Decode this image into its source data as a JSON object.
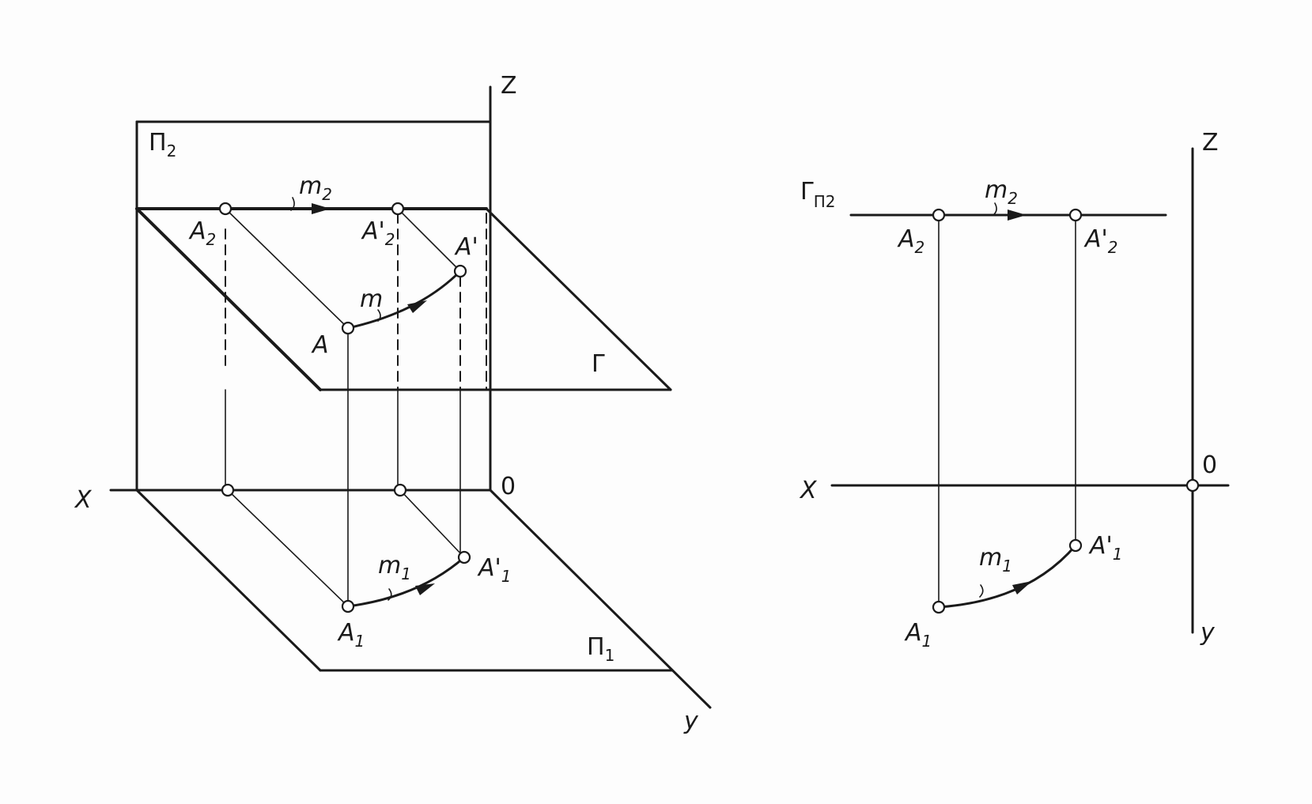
{
  "left": {
    "labels": {
      "z": "Z",
      "x": "X",
      "o": "0",
      "y": "y",
      "pi2": "Π",
      "pi2_sub": "2",
      "pi1": "Π",
      "pi1_sub": "1",
      "gamma": "Γ",
      "m2": "m",
      "m2_sub": "2",
      "m": "m",
      "m1": "m",
      "m1_sub": "1",
      "a": "A",
      "a_prime": "A'",
      "a2": "A",
      "a2_sub": "2",
      "a2p": "A'",
      "a2p_sub": "2",
      "a1": "A",
      "a1_sub": "1",
      "a1p": "A'",
      "a1p_sub": "1"
    }
  },
  "right": {
    "labels": {
      "z": "Z",
      "x": "X",
      "o": "0",
      "y": "y",
      "gamma": "Γ",
      "gamma_sub": "П2",
      "m2": "m",
      "m2_sub": "2",
      "m1": "m",
      "m1_sub": "1",
      "a2": "A",
      "a2_sub": "2",
      "a2p": "A'",
      "a2p_sub": "2",
      "a1": "A",
      "a1_sub": "1",
      "a1p": "A'",
      "a1p_sub": "1"
    }
  },
  "colors": {
    "ink": "#1a1a1a",
    "paper": "#fdfdfd"
  }
}
